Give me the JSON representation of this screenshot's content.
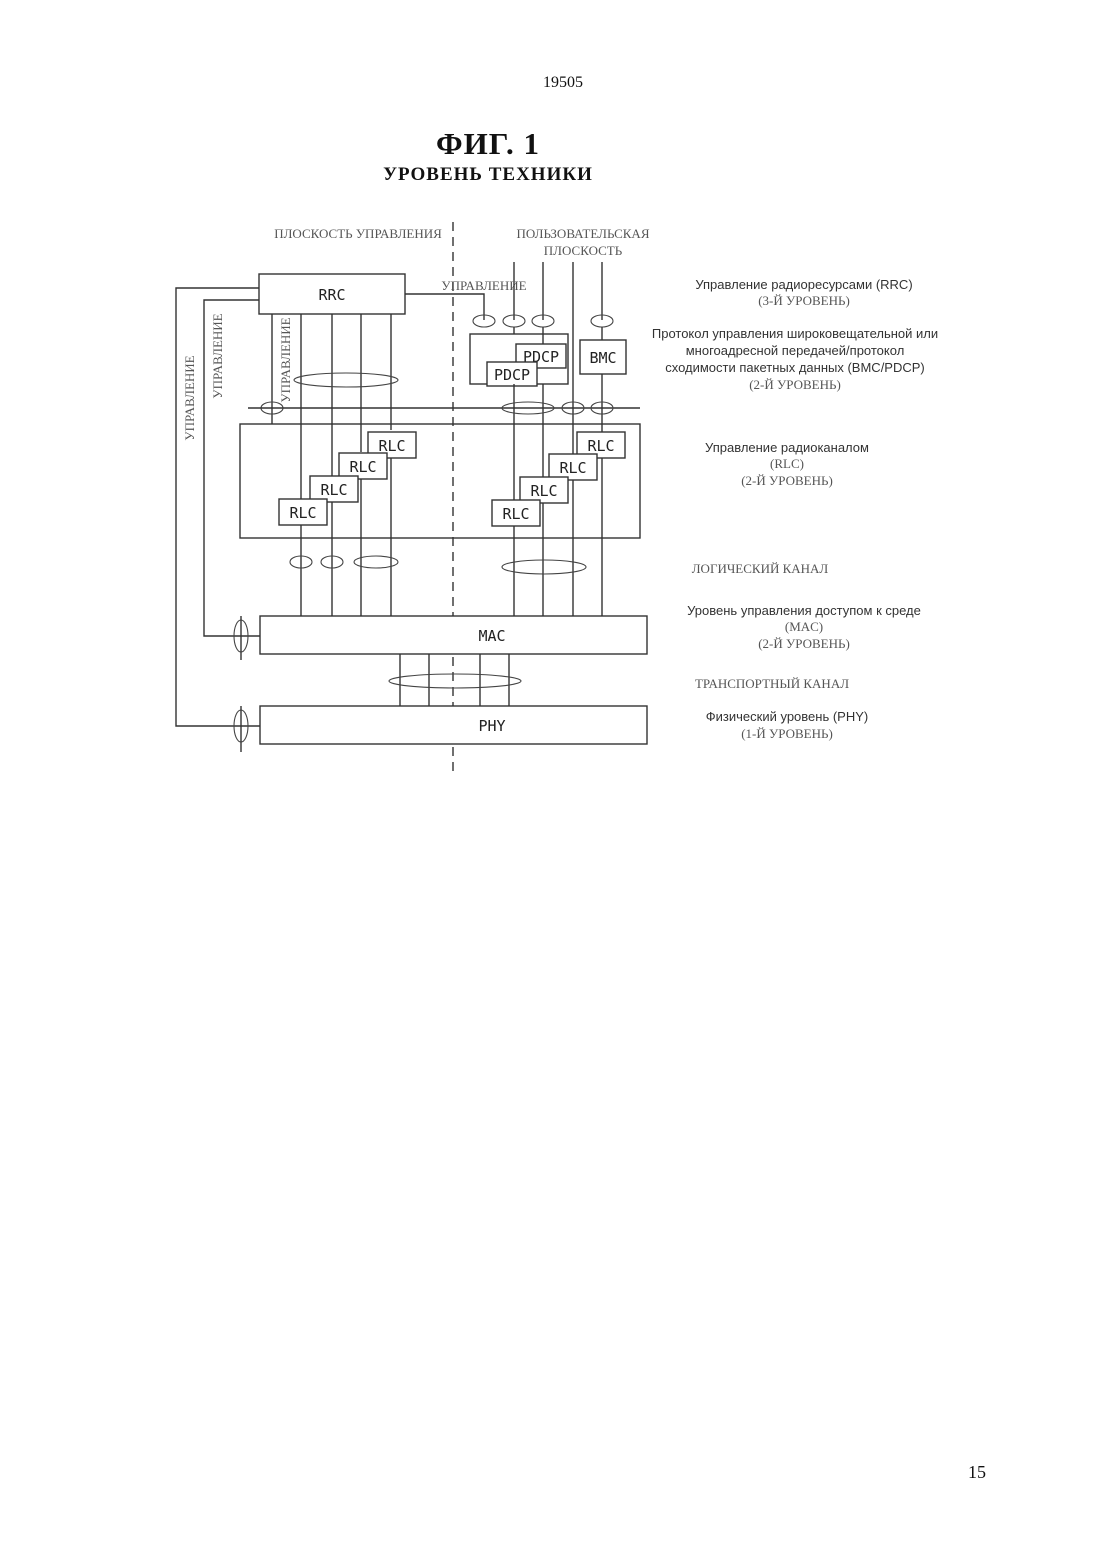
{
  "header": {
    "doc_number": "19505"
  },
  "figure": {
    "title": "ФИГ. 1",
    "subtitle": "УРОВЕНЬ ТЕХНИКИ"
  },
  "diagram": {
    "planes": {
      "control": "ПЛОСКОСТЬ УПРАВЛЕНИЯ",
      "user_line1": "ПОЛЬЗОВАТЕЛЬСКАЯ",
      "user_line2": "ПЛОСКОСТЬ"
    },
    "control_labels": {
      "top": "УПРАВЛЕНИЕ",
      "vertical_left": "УПРАВЛЕНИЕ",
      "vertical_middle": "УПРАВЛЕНИЕ",
      "vertical_inner": "УПРАВЛЕНИЕ"
    },
    "boxes": {
      "rrc": "RRC",
      "pdcp": "PDCP",
      "bmc": "BMC",
      "rlc": "RLC",
      "mac": "MAC",
      "phy": "PHY"
    },
    "layers": {
      "rrc_line1": "Управление радиоресурсами (RRC)",
      "rrc_line2": "(3-Й УРОВЕНЬ)",
      "bmc_line1": "Протокол управления широковещательной или",
      "bmc_line2": "многоадресной передачей/протокол",
      "bmc_line3": "сходимости пакетных данных (BMC/PDCP)",
      "bmc_line4": "(2-Й УРОВЕНЬ)",
      "rlc_line1": "Управление радиоканалом",
      "rlc_line2": "(RLC)",
      "rlc_line3": "(2-Й УРОВЕНЬ)",
      "logical_channel": "ЛОГИЧЕСКИЙ КАНАЛ",
      "mac_line1": "Уровень управления доступом к среде",
      "mac_line2": "(MAC)",
      "mac_line3": "(2-Й УРОВЕНЬ)",
      "transport_channel": "ТРАНСПОРТНЫЙ КАНАЛ",
      "phy_line1": "Физический уровень (PHY)",
      "phy_line2": "(1-Й УРОВЕНЬ)"
    }
  },
  "footer": {
    "page_number": "15"
  }
}
